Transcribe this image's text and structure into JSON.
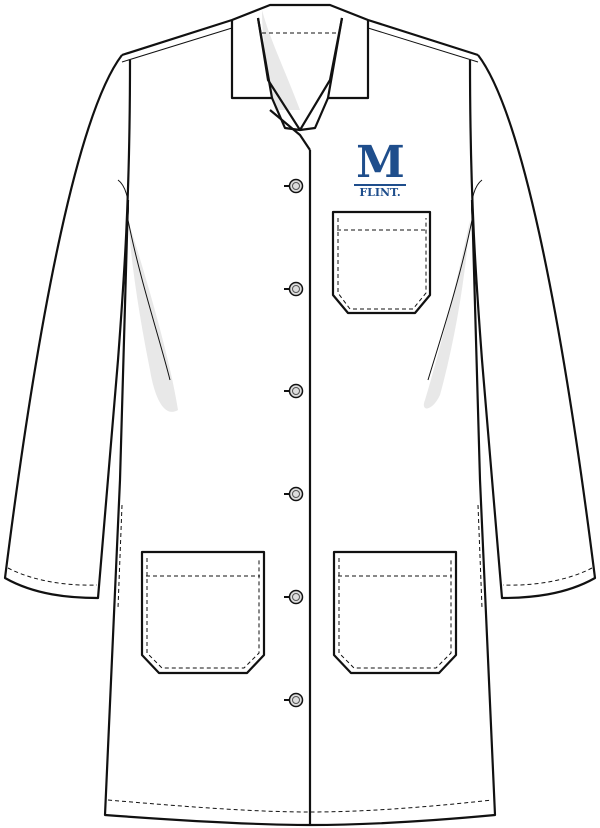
{
  "illustration": {
    "subject": "lab coat technical flat sketch",
    "stroke_color": "#111111",
    "fill_color": "#ffffff",
    "shadow_color": "#e6e6e6"
  },
  "logo": {
    "letter": "M",
    "wordmark": "FLINT",
    "trademark": ".",
    "color": "#1f4e8c"
  },
  "buttons": {
    "count": 6,
    "y_positions": [
      186,
      289,
      391,
      494,
      597,
      700
    ]
  },
  "pockets": {
    "chest": 1,
    "lower": 2
  }
}
